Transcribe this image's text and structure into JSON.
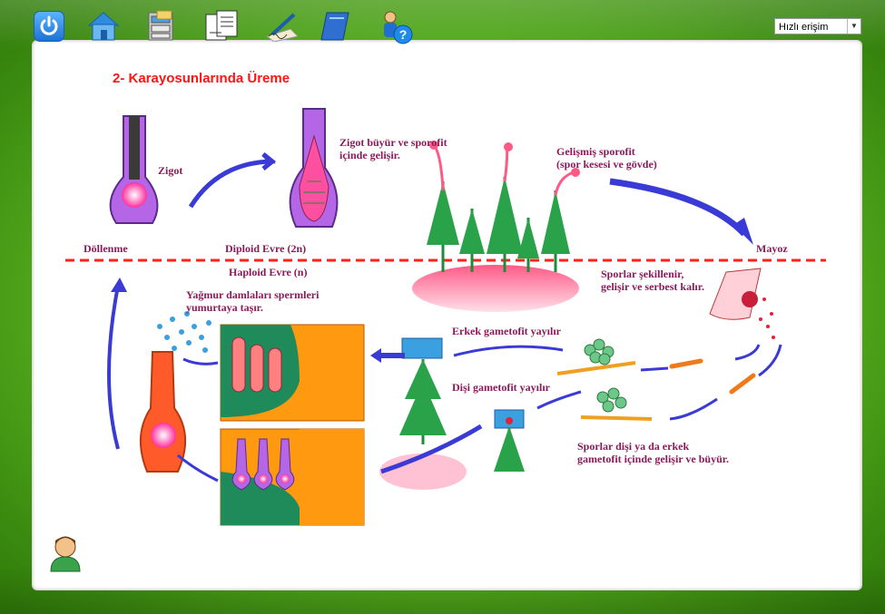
{
  "toolbar": {
    "quick_access": "Hızlı erişim",
    "icons": [
      "power-icon",
      "home-icon",
      "file-cabinet-icon",
      "documents-icon",
      "pen-signature-icon",
      "notebook-icon",
      "help-person-icon"
    ]
  },
  "content": {
    "title": "2- Karayosunlarında Üreme",
    "labels": {
      "zigot": "Zigot",
      "dollenme": "Döllenme",
      "diploid": "Diploid Evre (2n)",
      "haploid": "Haploid Evre (n)",
      "zigot_buyur": "Zigot büyür ve sporofit\niçinde gelişir.",
      "gelismis_sporofit": "Gelişmiş sporofit\n(spor kesesi ve gövde)",
      "mayoz": "Mayoz",
      "sporlar_sekillenir": "Sporlar şekillenir,\ngelişir ve serbest kalır.",
      "yagmur": "Yağmur damlaları spermleri\nyumurtaya taşır.",
      "erkek": "Erkek gametofit yayılır",
      "disi": "Dişi gametofit yayılır",
      "sporlar_disi": "Sporlar dişi ya da erkek\ngametofit içinde gelişir ve büyür."
    }
  },
  "colors": {
    "label": "#8c1a5a",
    "title": "#ff1414",
    "divider": "#ff2020",
    "green_frame": "#58b21e"
  }
}
